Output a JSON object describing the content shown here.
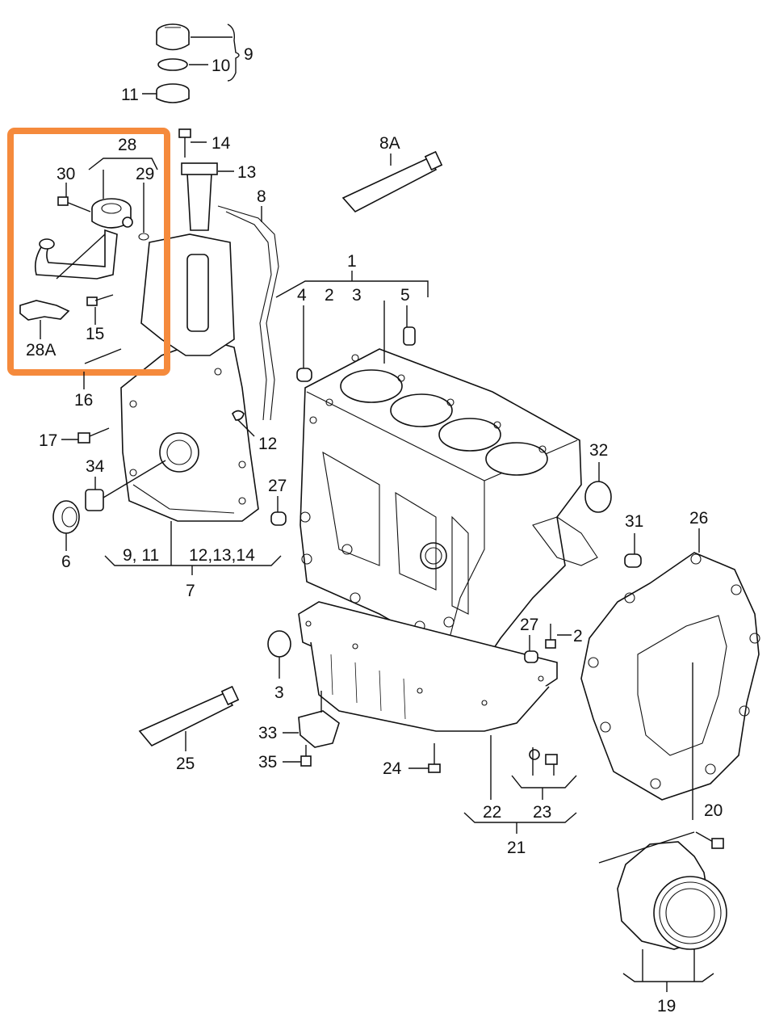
{
  "diagram": {
    "highlight_color": "#f58a3c",
    "labels": {
      "l1": "1",
      "l2a": "2",
      "l2b": "2",
      "l3a": "3",
      "l3b": "3",
      "l4": "4",
      "l5": "5",
      "l6": "6",
      "l7": "7",
      "l8": "8",
      "l8a": "8A",
      "l9": "9",
      "l9_11": "9, 11",
      "l10": "10",
      "l11": "11",
      "l12": "12",
      "l12_14": "12,13,14",
      "l13": "13",
      "l14": "14",
      "l15": "15",
      "l16": "16",
      "l17": "17",
      "l19": "19",
      "l20": "20",
      "l21": "21",
      "l22": "22",
      "l23": "23",
      "l24": "24",
      "l25": "25",
      "l26": "26",
      "l27a": "27",
      "l27b": "27",
      "l28": "28",
      "l28a": "28A",
      "l29": "29",
      "l30": "30",
      "l31": "31",
      "l32": "32",
      "l33": "33",
      "l34": "34",
      "l35": "35"
    }
  }
}
